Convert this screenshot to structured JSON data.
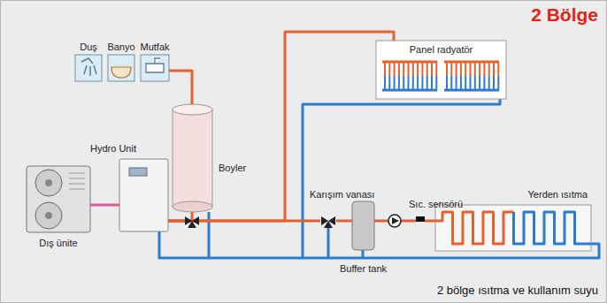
{
  "diagram": {
    "title": "2 Bölge",
    "caption": "2 bölge ısıtma ve kullanım suyu",
    "nodes": [
      {
        "text": [
          "Duş"
        ]
      },
      {
        "text": [
          "Banyo"
        ]
      },
      {
        "text": [
          "Mutfak"
        ]
      },
      {
        "text": [
          "Panel radyatör"
        ]
      },
      {
        "text": [
          "Hydro Unit"
        ]
      },
      {
        "text": [
          "Boyler"
        ]
      },
      {
        "text": [
          "Karışım vanası"
        ]
      },
      {
        "text": [
          "Sıc. sensörü"
        ]
      },
      {
        "text": [
          "Yerden ısıtma"
        ]
      },
      {
        "text": [
          "Dış ünite"
        ]
      },
      {
        "text": [
          "Buffer tank"
        ]
      }
    ],
    "edges": [
      {
        "from": 9,
        "to": 4,
        "arrow": "none"
      },
      {
        "from": 4,
        "to": 5,
        "arrow": "none"
      },
      {
        "from": 5,
        "to": 2,
        "arrow": "none"
      },
      {
        "from": 4,
        "to": 3,
        "arrow": "none"
      },
      {
        "from": 4,
        "to": 6,
        "arrow": "none"
      },
      {
        "from": 6,
        "to": 10,
        "arrow": "none"
      },
      {
        "from": 10,
        "to": 7,
        "arrow": "none"
      },
      {
        "from": 7,
        "to": 8,
        "arrow": "none"
      }
    ]
  }
}
